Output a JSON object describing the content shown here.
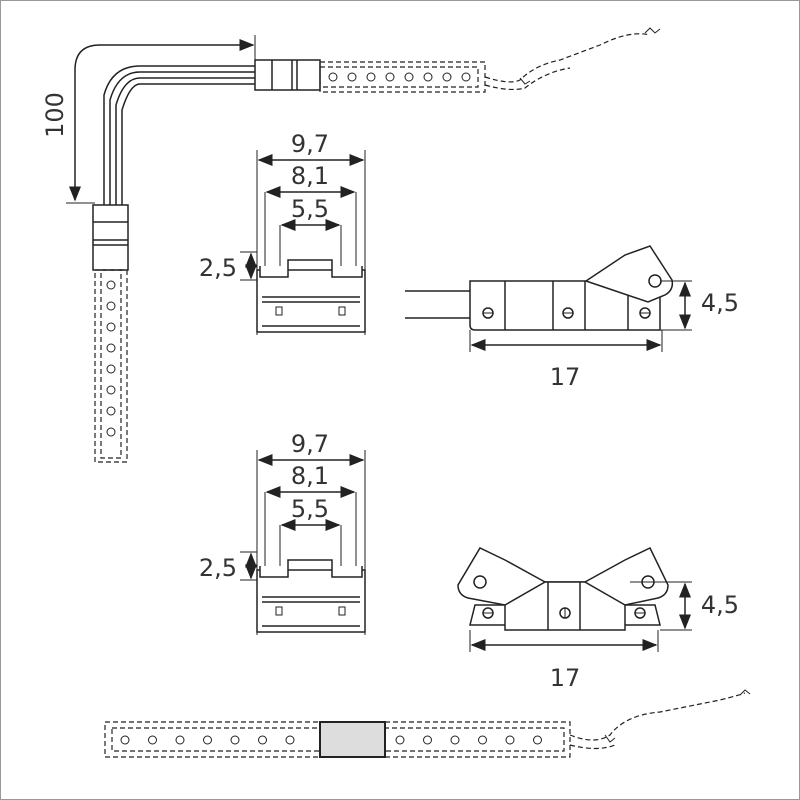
{
  "title": "LED strip connector dimension drawing",
  "dimensions": {
    "cable_length": "100",
    "top_view_1": {
      "outer_width": "9,7",
      "inner_width": "8,1",
      "pin_spacing": "5,5",
      "height": "2,5"
    },
    "side_view_1": {
      "height": "4,5",
      "length": "17"
    },
    "top_view_2": {
      "outer_width": "9,7",
      "inner_width": "8,1",
      "pin_spacing": "5,5",
      "height": "2,5"
    },
    "side_view_2": {
      "height": "4,5",
      "length": "17"
    }
  },
  "colors": {
    "line": "#222222",
    "connector_fill": "#dddddd",
    "frame": "#999999"
  }
}
